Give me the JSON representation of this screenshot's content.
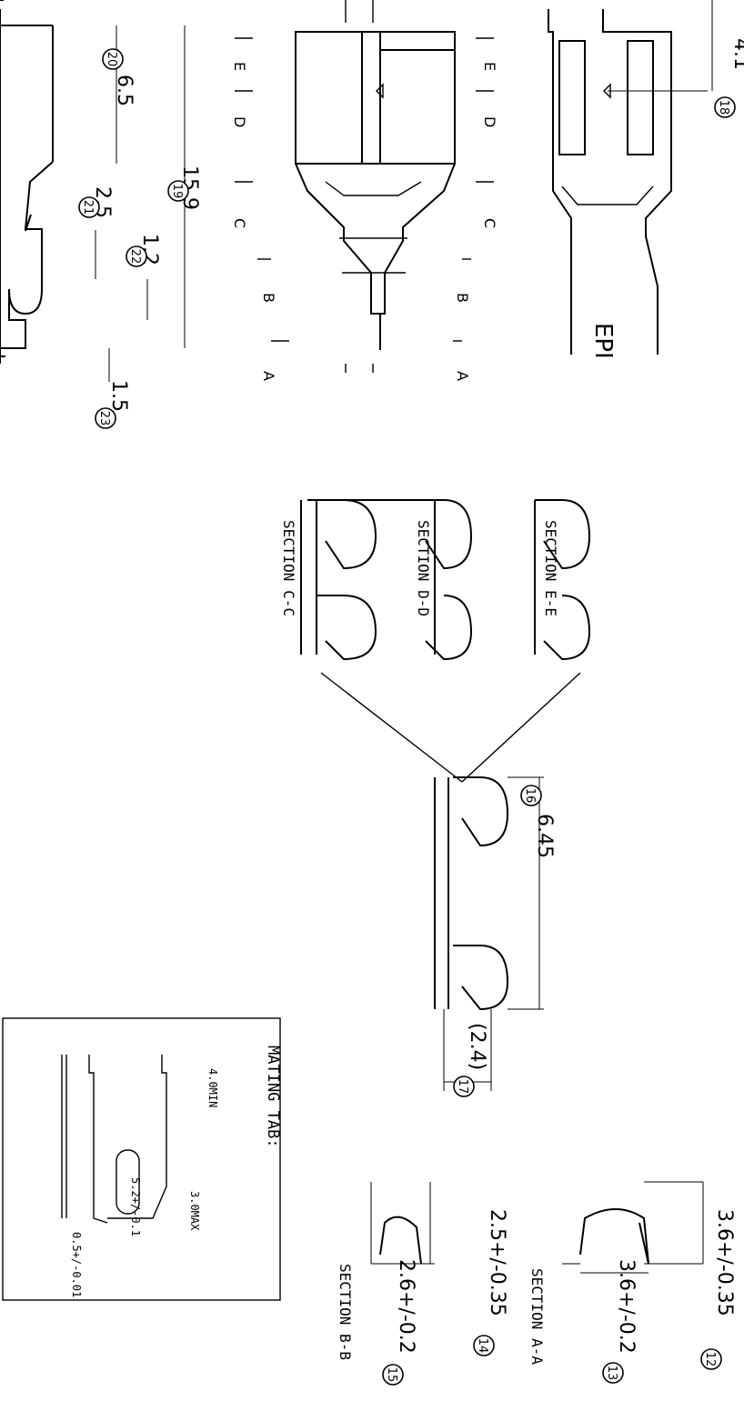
{
  "sheet": {
    "mating_tab": {
      "title": "MATING TAB:",
      "dims": [
        "4.0MIN",
        "3.0MAX",
        "5.2+/-0.1",
        "0.5+/-0.01"
      ]
    },
    "section_labels": [
      "SECTION E-E",
      "SECTION D-D",
      "SECTION C-C",
      "SECTION A-A",
      "SECTION B-B"
    ],
    "marking": "EPI",
    "cut_letters": {
      "e": "E",
      "d": "D",
      "c": "C",
      "b": "B",
      "a": "A"
    },
    "dimensions": {
      "d12": "3.6+/-0.35",
      "d13": "3.6+/-0.2",
      "d14": "2.5+/-0.35",
      "d15": "2.6+/-0.2",
      "d16": "6.45",
      "d17": "(2.4)",
      "d18": "4.1",
      "d19": "15.9",
      "d20": "6.5",
      "d21": "2.5",
      "d22": "1.2",
      "d23": "1.5"
    },
    "balloons": {
      "b12": "12",
      "b13": "13",
      "b14": "14",
      "b15": "15",
      "b16": "16",
      "b17": "17",
      "b18": "18",
      "b19": "19",
      "b20": "20",
      "b21": "21",
      "b22": "22",
      "b23": "23"
    }
  }
}
